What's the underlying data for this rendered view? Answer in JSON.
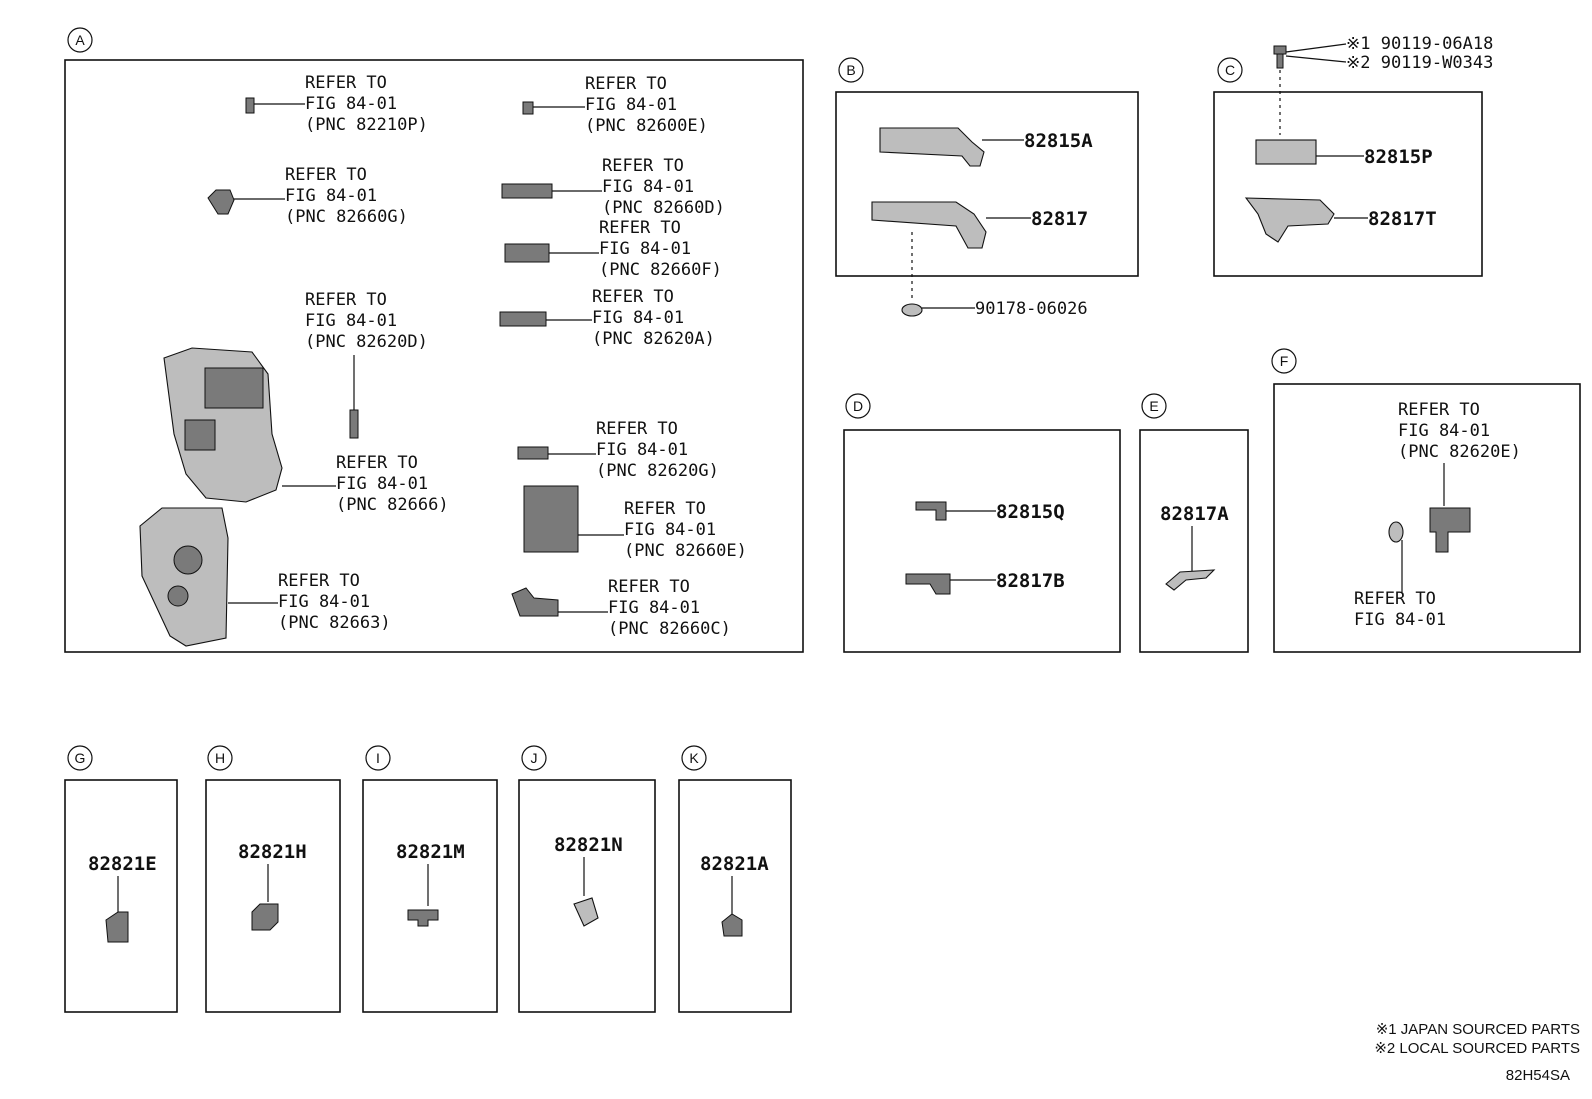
{
  "sections": {
    "A": {
      "letter": "A",
      "refs": {
        "r82210P": {
          "l1": "REFER TO",
          "l2": "FIG 84-01",
          "l3": "(PNC 82210P)"
        },
        "r82600E": {
          "l1": "REFER TO",
          "l2": "FIG 84-01",
          "l3": "(PNC 82600E)"
        },
        "r82660G": {
          "l1": "REFER TO",
          "l2": "FIG 84-01",
          "l3": "(PNC 82660G)"
        },
        "r82660D": {
          "l1": "REFER TO",
          "l2": "FIG 84-01",
          "l3": "(PNC 82660D)"
        },
        "r82660F": {
          "l1": "REFER TO",
          "l2": "FIG 84-01",
          "l3": "(PNC 82660F)"
        },
        "r82620D": {
          "l1": "REFER TO",
          "l2": "FIG 84-01",
          "l3": "(PNC 82620D)"
        },
        "r82620A": {
          "l1": "REFER TO",
          "l2": "FIG 84-01",
          "l3": "(PNC 82620A)"
        },
        "r82666": {
          "l1": "REFER TO",
          "l2": "FIG 84-01",
          "l3": "(PNC 82666)"
        },
        "r82620G": {
          "l1": "REFER TO",
          "l2": "FIG 84-01",
          "l3": "(PNC 82620G)"
        },
        "r82660E": {
          "l1": "REFER TO",
          "l2": "FIG 84-01",
          "l3": "(PNC 82660E)"
        },
        "r82663": {
          "l1": "REFER TO",
          "l2": "FIG 84-01",
          "l3": "(PNC 82663)"
        },
        "r82660C": {
          "l1": "REFER TO",
          "l2": "FIG 84-01",
          "l3": "(PNC 82660C)"
        }
      }
    },
    "B": {
      "letter": "B",
      "p1": "82815A",
      "p2": "82817",
      "clip": "90178-06026"
    },
    "C": {
      "letter": "C",
      "bolt1": "※1 90119-06A18",
      "bolt2": "※2 90119-W0343",
      "p1": "82815P",
      "p2": "82817T"
    },
    "D": {
      "letter": "D",
      "p1": "82815Q",
      "p2": "82817B"
    },
    "E": {
      "letter": "E",
      "p1": "82817A"
    },
    "F": {
      "letter": "F",
      "ref1": {
        "l1": "REFER TO",
        "l2": "FIG 84-01",
        "l3": "(PNC 82620E)"
      },
      "ref2": {
        "l1": "REFER TO",
        "l2": "FIG 84-01"
      }
    },
    "G": {
      "letter": "G",
      "p1": "82821E"
    },
    "H": {
      "letter": "H",
      "p1": "82821H"
    },
    "I": {
      "letter": "I",
      "p1": "82821M"
    },
    "J": {
      "letter": "J",
      "p1": "82821N"
    },
    "K": {
      "letter": "K",
      "p1": "82821A"
    }
  },
  "notes": {
    "n1": "※1 JAPAN SOURCED PARTS",
    "n2": "※2 LOCAL SOURCED PARTS",
    "code": "82H54SA"
  }
}
